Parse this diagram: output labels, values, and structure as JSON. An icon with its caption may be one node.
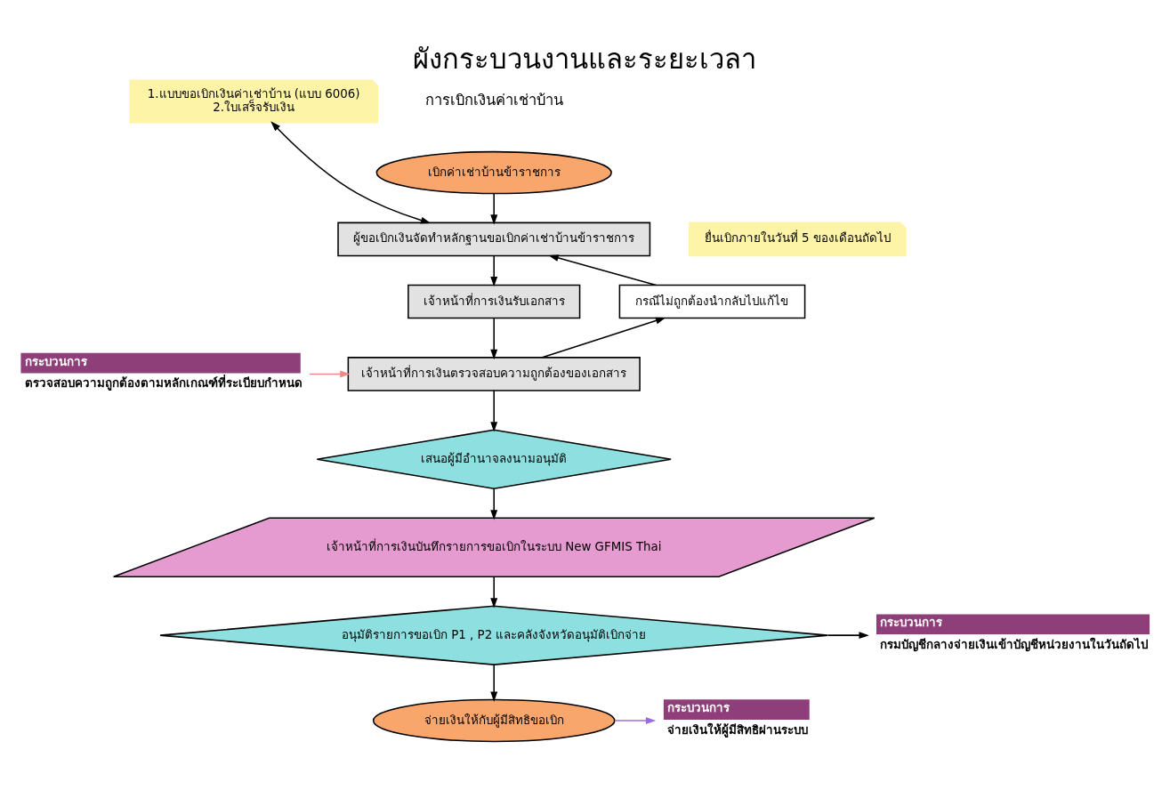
{
  "diagram": {
    "title": "ผังกระบวนงานและระยะเวลา",
    "nodes": [
      {
        "text": [
          "เบิกค่าเช่าบ้านข้าราชการ"
        ]
      },
      {
        "text": [
          "1.แบบขอเบิกเงินค่าเช่าบ้าน (แบบ 6006)",
          "2.ใบเสร็จรับเงิน"
        ]
      },
      {
        "text": [
          "ยื่นเบิกภายในวันที่ 5 ของเดือนถัดไป"
        ]
      },
      {
        "text": [
          "ผู้ขอเบิกเงินจัดทำหลักฐานขอเบิกค่าเช่าบ้านข้าราชการ"
        ]
      },
      {
        "text": [
          "เจ้าหน้าที่การเงินรับเอกสาร"
        ]
      },
      {
        "text": [
          "กรณีไม่ถูกต้องนำกลับไปแก้ไข"
        ]
      },
      {
        "text": [
          "กระบวนการ",
          "ตรวจสอบความถูกต้องตามหลักเกณฑ์ที่ระเบียบกำหนด"
        ]
      },
      {
        "text": [
          "เจ้าหน้าที่การเงินตรวจสอบความถูกต้องของเอกสาร"
        ]
      },
      {
        "text": [
          "เสนอผู้มีอำนาจลงนามอนุมัติ"
        ]
      },
      {
        "text": [
          "เจ้าหน้าที่การเงินบันทึกรายการขอเบิกในระบบ New GFMIS Thai"
        ]
      },
      {
        "text": [
          "อนุมัติรายการขอเบิก P1 , P2 และคลังจังหวัดอนุมัติเบิกจ่าย"
        ]
      },
      {
        "text": [
          "กระบวนการ",
          "กรมบัญชีกลางจ่ายเงินเข้าบัญชีหน่วยงานในวันถัดไป"
        ]
      },
      {
        "text": [
          "จ่ายเงินให้กับผู้มีสิทธิขอเบิก"
        ]
      },
      {
        "text": [
          "กระบวนการ",
          "จ่ายเงินให้ผู้มีสิทธิผ่านระบบ"
        ]
      }
    ],
    "edges": [
      {
        "from": 0,
        "to": 3,
        "arrow": "to"
      },
      {
        "from": 3,
        "to": 1,
        "arrow": "both"
      },
      {
        "from": 3,
        "to": 4,
        "arrow": "to"
      },
      {
        "from": 4,
        "to": 7,
        "arrow": "to"
      },
      {
        "from": 7,
        "to": 5,
        "arrow": "to"
      },
      {
        "from": 5,
        "to": 3,
        "arrow": "to"
      },
      {
        "from": 6,
        "to": 7,
        "arrow": "to",
        "color": "#f08a8a"
      },
      {
        "from": 7,
        "to": 8,
        "arrow": "to"
      },
      {
        "from": 8,
        "to": 9,
        "arrow": "to"
      },
      {
        "from": 9,
        "to": 10,
        "arrow": "to"
      },
      {
        "from": 10,
        "to": 11,
        "arrow": "to"
      },
      {
        "from": 10,
        "to": 12,
        "arrow": "to"
      },
      {
        "from": 12,
        "to": 13,
        "arrow": "to",
        "color": "#9b6be0"
      }
    ],
    "labels": [
      "การเบิกเงินค่าเช่าบ้าน"
    ]
  }
}
